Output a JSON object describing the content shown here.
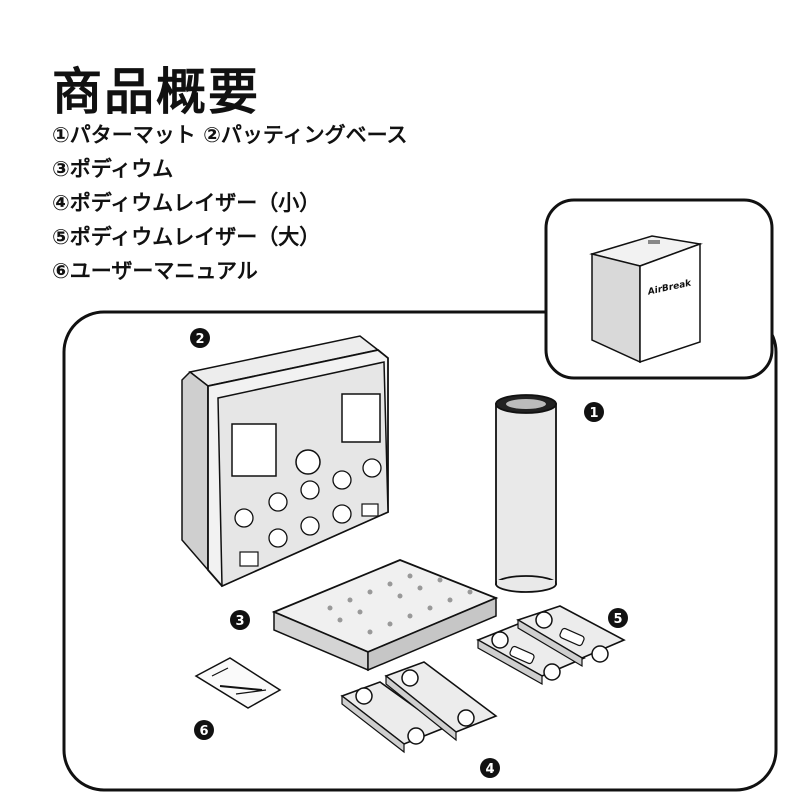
{
  "title": "商品概要",
  "items": [
    "①パターマット ②パッティングベース",
    "③ポディウム",
    "④ポディウムレイザー（小）",
    "⑤ポディウムレイザー（大）",
    "⑥ユーザーマニュアル"
  ],
  "callouts": [
    "1",
    "2",
    "3",
    "4",
    "5",
    "6"
  ],
  "box_brand": "AirBreak",
  "colors": {
    "ink": "#111111",
    "badge": "#111111",
    "part_fill": "#e6e6e6"
  }
}
